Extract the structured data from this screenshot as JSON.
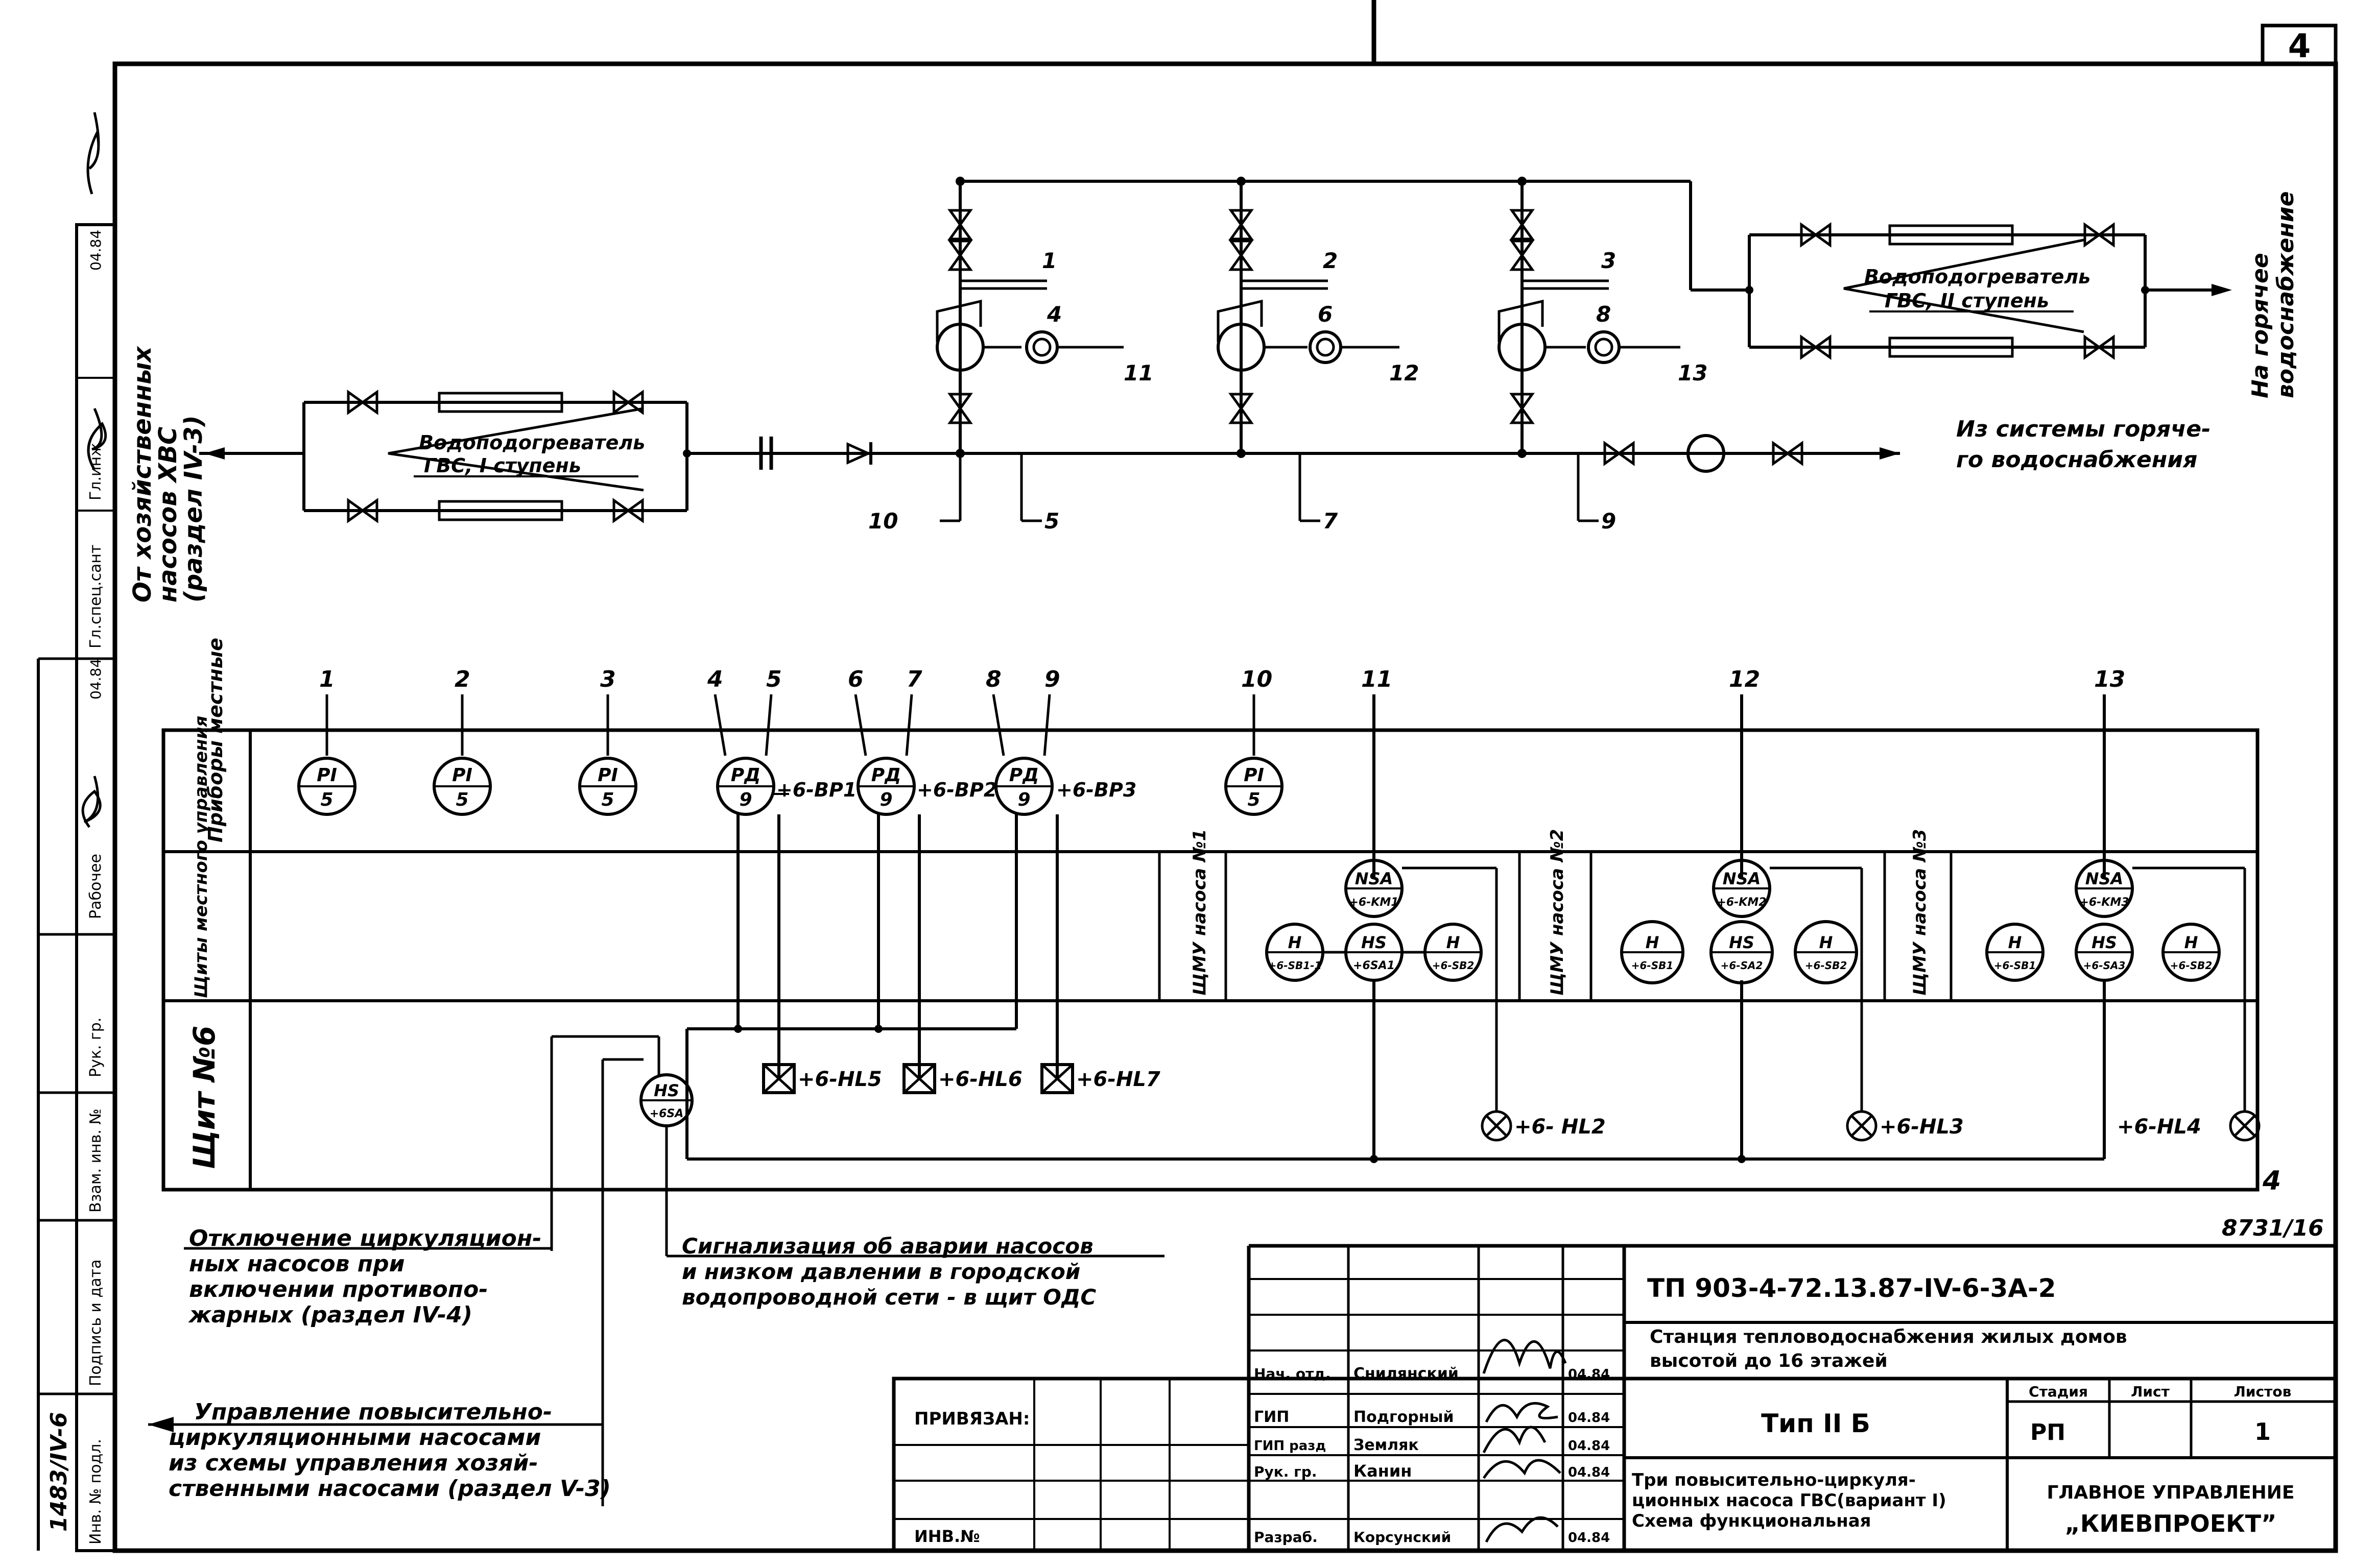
{
  "sheet_number": "4",
  "sheet_number_bottom": "4",
  "archive_number": "8731/16",
  "left_stamp": {
    "cells": [
      "Рабочее",
      "Рук. гр.",
      "Взам. инв. №",
      "Подпись и дата",
      "Инв. № подл."
    ],
    "inv_number": "1483/IV-6",
    "top_cells": [
      "Гл.спец.сант",
      "Гл.инж",
      "04.84",
      "04.84"
    ]
  },
  "pipeline": {
    "inlet_label": [
      "От хозяйственных",
      "насосов ХВС",
      "(раздел IV-3)"
    ],
    "heater_left": [
      "Водоподогреватель",
      "ГВС, I ступень"
    ],
    "heater_right": [
      "Водоподогреватель",
      "ГВС, II ступень"
    ],
    "return_label": [
      "Из системы горяче-",
      "го водоснабжения"
    ],
    "outlet_label": [
      "На горячее",
      "водоснабжение"
    ],
    "pump_tags": [
      "1",
      "2",
      "3"
    ],
    "gauge_tags": [
      "4",
      "6",
      "8"
    ],
    "relay_tags": [
      "11",
      "12",
      "13"
    ],
    "line_tags": [
      "10",
      "5",
      "7",
      "9"
    ]
  },
  "instruments": {
    "tags": [
      "1",
      "2",
      "3",
      "4",
      "5",
      "6",
      "7",
      "8",
      "9",
      "10",
      "11",
      "12",
      "13"
    ],
    "pi": [
      {
        "l1": "PI",
        "l2": "5"
      },
      {
        "l1": "PI",
        "l2": "5"
      },
      {
        "l1": "PI",
        "l2": "5"
      },
      {
        "l1": "PI",
        "l2": "5"
      }
    ],
    "pd": [
      {
        "l1": "PД",
        "l2": "9",
        "tag": "+6-BP1"
      },
      {
        "l1": "PД",
        "l2": "9",
        "tag": "+6-BP2"
      },
      {
        "l1": "PД",
        "l2": "9",
        "tag": "+6-BP3"
      }
    ]
  },
  "rows": {
    "local": "Приборы местные",
    "panels": "Щиты местного управления",
    "shield6": "Щит №6"
  },
  "pump_panels": [
    {
      "title": "ЩМУ насоса №1",
      "nsa": "NSA",
      "nsa_tag": "+6-KM1",
      "h1": "H",
      "h1_tag": "+6-SB1-1",
      "hs": "HS",
      "hs_tag": "+6SA1",
      "h2": "H",
      "h2_tag": "+6-SB2",
      "lamp": "+6- HL2"
    },
    {
      "title": "ЩМУ насоса №2",
      "nsa": "NSA",
      "nsa_tag": "+6-KM2",
      "h1": "H",
      "h1_tag": "+6-SB1",
      "hs": "HS",
      "hs_tag": "+6-SA2",
      "h2": "H",
      "h2_tag": "+6-SB2",
      "lamp": "+6-HL3"
    },
    {
      "title": "ЩМУ насоса №3",
      "nsa": "NSA",
      "nsa_tag": "+6-KM3",
      "h1": "H",
      "h1_tag": "+6-SB1",
      "hs": "HS",
      "hs_tag": "+6-SA3",
      "h2": "H",
      "h2_tag": "+6-SB2",
      "lamp": "+6-HL4"
    }
  ],
  "shield6": {
    "hs": "HS",
    "hs_tag": "+6SA",
    "lamps": [
      "+6-HL5",
      "+6-HL6",
      "+6-HL7"
    ]
  },
  "notes": {
    "note1": [
      "Отключение циркуляцион-",
      "ных насосов при",
      "включении противопо-",
      "жарных (раздел IV-4)"
    ],
    "note2": [
      "Сигнализация об аварии насосов",
      "и низком давлении в городской",
      "водопроводной сети - в щит ОДС"
    ],
    "note3": [
      "Управление повысительно-",
      "циркуляционными насосами",
      "из схемы управления хозяй-",
      "ственными насосами (раздел V-3)"
    ]
  },
  "title_block": {
    "code": "ТП 903-4-72.13.87-IV-6-3А-2",
    "project": [
      "Станция тепловодоснабжения жилых домов",
      "высотой до 16 этажей"
    ],
    "type": "Тип II Б",
    "description": [
      "Три повысительно-циркуля-",
      "ционных насоса ГВС(вариант I)",
      "Схема функциональная"
    ],
    "stage_header": "Стадия",
    "sheet_header": "Лист",
    "sheets_header": "Листов",
    "stage": "РП",
    "sheets": "1",
    "org": [
      "ГЛАВНОЕ УПРАВЛЕНИЕ",
      "„КИЕВПРОЕКТ”"
    ],
    "tied": "ПРИВЯЗАН:",
    "inv": "ИНВ.№",
    "people": [
      {
        "role": "Нач. отд.",
        "name": "Снилянский",
        "date": "04.84"
      },
      {
        "role": "ГИП",
        "name": "Подгорный",
        "date": "04.84"
      },
      {
        "role": "ГИП разд",
        "name": "Земляк",
        "date": "04.84"
      },
      {
        "role": "Рук. гр.",
        "name": "Канин",
        "date": "04.84"
      },
      {
        "role": "Разраб.",
        "name": "Корсунский",
        "date": "04.84"
      }
    ]
  }
}
